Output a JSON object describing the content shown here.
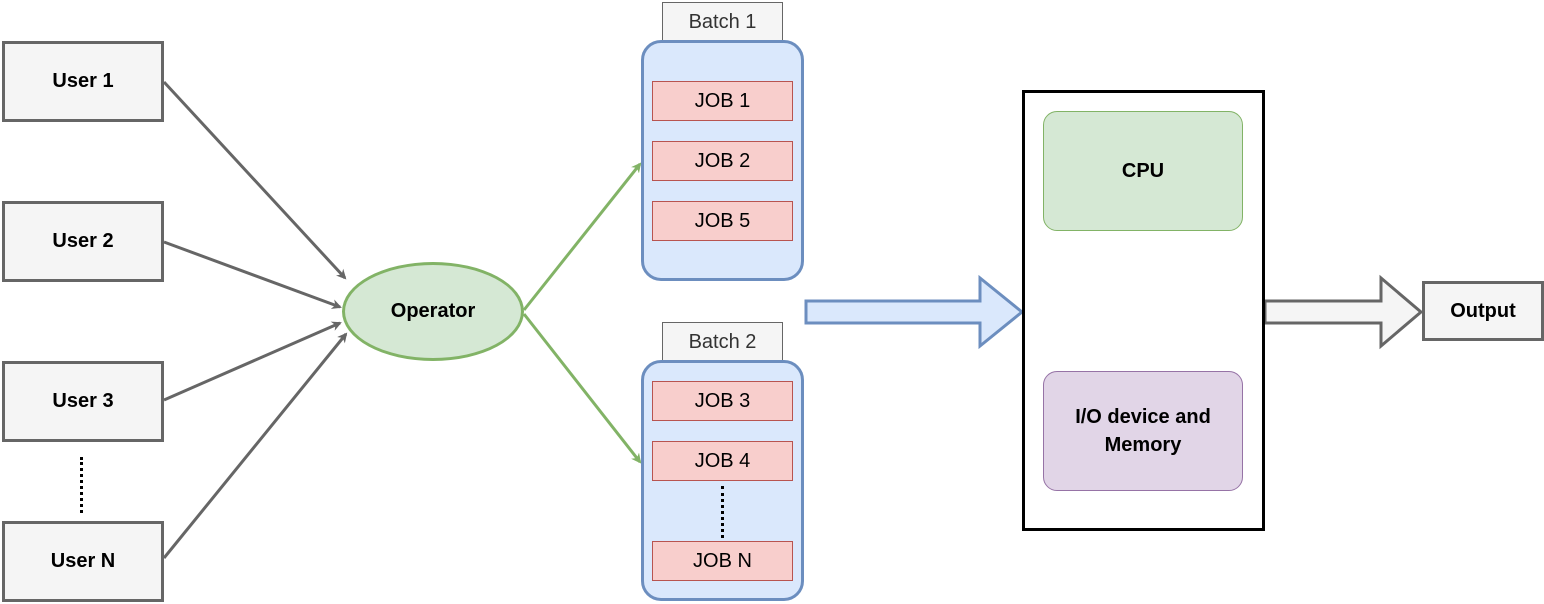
{
  "users": [
    {
      "label": "User 1"
    },
    {
      "label": "User 2"
    },
    {
      "label": "User 3"
    },
    {
      "label": "User N"
    }
  ],
  "operator": {
    "label": "Operator"
  },
  "batches": [
    {
      "tab": "Batch 1",
      "jobs": [
        "JOB 1",
        "JOB 2",
        "JOB 5"
      ]
    },
    {
      "tab": "Batch 2",
      "jobs": [
        "JOB 3",
        "JOB 4",
        "JOB N"
      ]
    }
  ],
  "system": {
    "cpu": "CPU",
    "io_memory": "I/O device and Memory"
  },
  "output": {
    "label": "Output"
  },
  "colors": {
    "user_fill": "#f5f5f5",
    "user_stroke": "#666666",
    "operator_fill": "#d5e8d4",
    "operator_stroke": "#82b366",
    "batch_fill": "#dae8fc",
    "batch_stroke": "#6c8ebf",
    "job_fill": "#f8cecc",
    "job_stroke": "#b85450",
    "io_fill": "#e1d5e7",
    "io_stroke": "#9673a6"
  }
}
